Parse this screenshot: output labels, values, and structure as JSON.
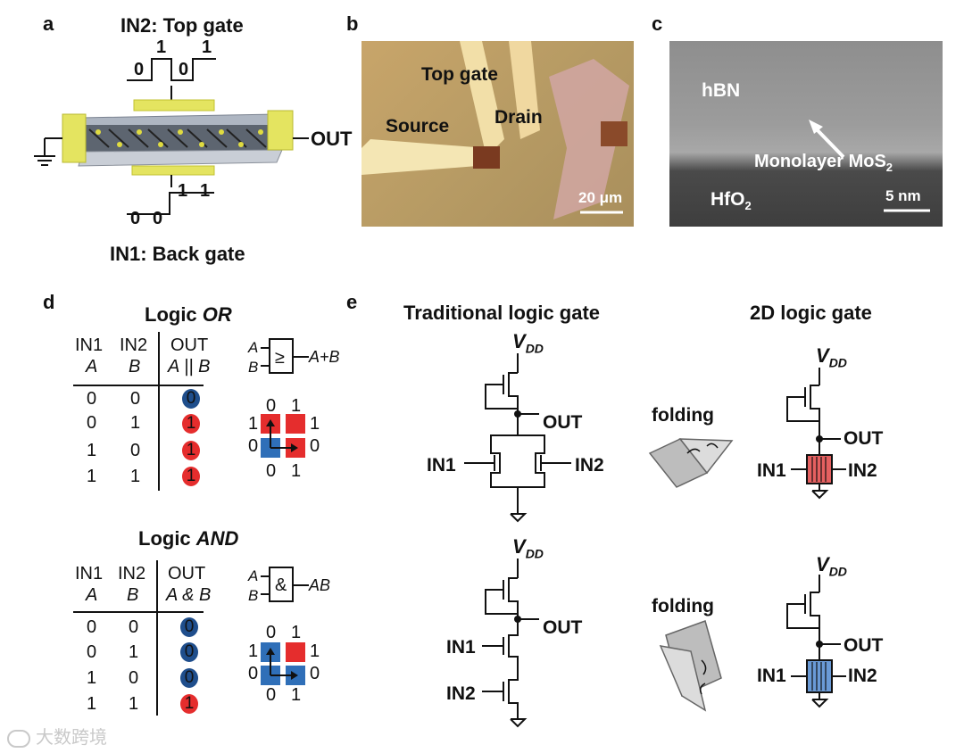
{
  "panels": {
    "a": "a",
    "b": "b",
    "c": "c",
    "d": "d",
    "e": "e"
  },
  "panel_a": {
    "top_label": "IN2: Top gate",
    "bottom_label": "IN1: Back gate",
    "out_label": "OUT",
    "top_wave": [
      "0",
      "1",
      "0",
      "1"
    ],
    "bottom_wave": [
      "1",
      "1",
      "0",
      "0"
    ]
  },
  "panel_b": {
    "labels": {
      "top_gate": "Top gate",
      "source": "Source",
      "drain": "Drain"
    },
    "scalebar": "20 μm"
  },
  "panel_c": {
    "hbn": "hBN",
    "mos2": "Monolayer MoS",
    "mos2_sub": "2",
    "hfo2": "HfO",
    "hfo2_sub": "2",
    "scalebar": "5 nm"
  },
  "panel_d": {
    "or": {
      "title_prefix": "Logic ",
      "title_op": "OR",
      "headers": [
        "IN1",
        "IN2",
        "OUT"
      ],
      "subheaders": [
        "A",
        "B",
        "A || B"
      ],
      "rows": [
        [
          "0",
          "0",
          "0"
        ],
        [
          "0",
          "1",
          "1"
        ],
        [
          "1",
          "0",
          "1"
        ],
        [
          "1",
          "1",
          "1"
        ]
      ],
      "symbol": {
        "a": "A",
        "b": "B",
        "op": "≥",
        "out": "A+B"
      },
      "map": {
        "top": [
          "0",
          "1"
        ],
        "bottom": [
          "0",
          "1"
        ],
        "left": [
          "1",
          "0"
        ],
        "right": [
          "1",
          "0"
        ]
      }
    },
    "and": {
      "title_prefix": "Logic ",
      "title_op": "AND",
      "headers": [
        "IN1",
        "IN2",
        "OUT"
      ],
      "subheaders": [
        "A",
        "B",
        "A & B"
      ],
      "rows": [
        [
          "0",
          "0",
          "0"
        ],
        [
          "0",
          "1",
          "0"
        ],
        [
          "1",
          "0",
          "0"
        ],
        [
          "1",
          "1",
          "1"
        ]
      ],
      "symbol": {
        "a": "A",
        "b": "B",
        "op": "&",
        "out": "AB"
      },
      "map": {
        "top": [
          "0",
          "1"
        ],
        "bottom": [
          "0",
          "1"
        ],
        "left": [
          "1",
          "0"
        ],
        "right": [
          "1",
          "0"
        ]
      }
    }
  },
  "panel_e": {
    "col1": "Traditional logic gate",
    "col2": "2D logic gate",
    "vdd": "V",
    "vdd_sub": "DD",
    "out": "OUT",
    "in1": "IN1",
    "in2": "IN2",
    "folding": "folding"
  },
  "colors": {
    "red": "#e52d2d",
    "blue": "#2f6fb8",
    "dark_blue": "#1f4e8c",
    "gate_yellow": "#e4e460"
  },
  "watermark": "大数跨境"
}
